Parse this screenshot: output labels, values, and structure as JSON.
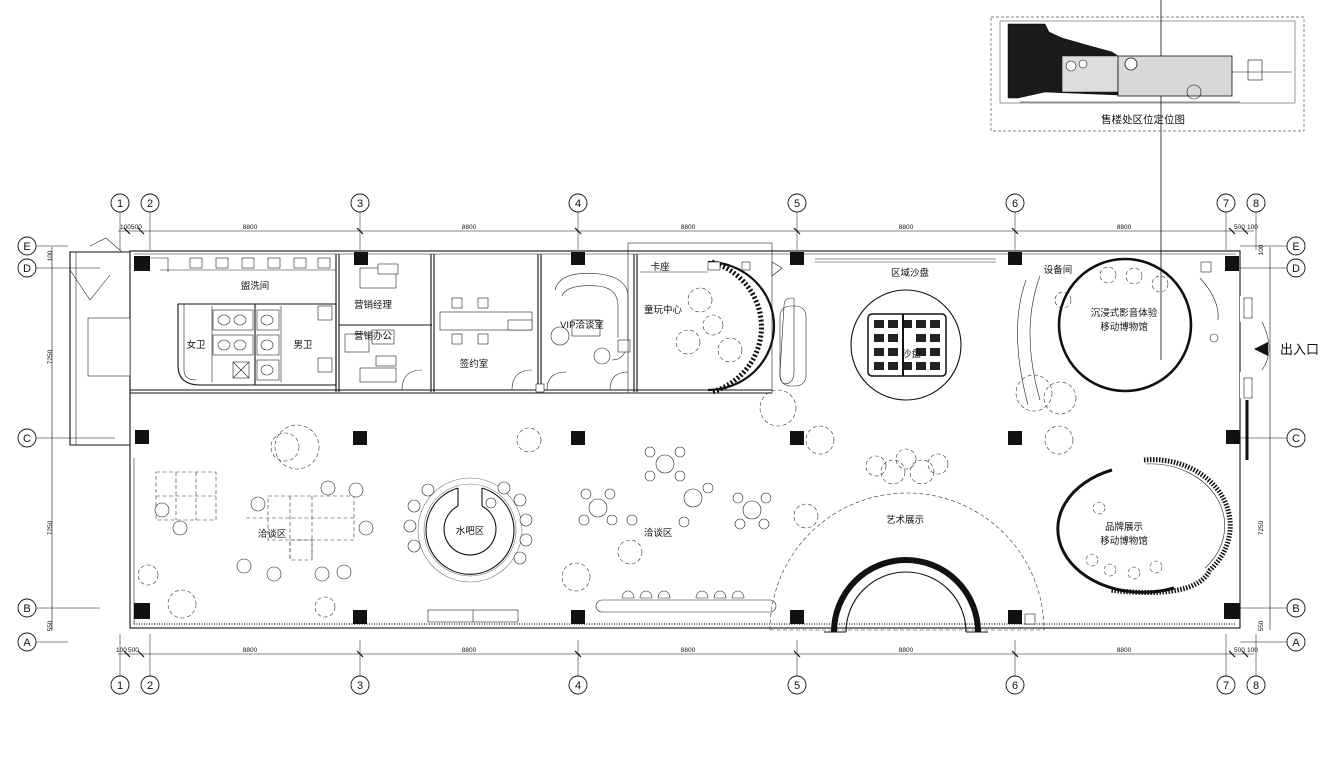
{
  "key_plan": {
    "caption": "售楼处区位定位图"
  },
  "axes": {
    "vertical": [
      "1",
      "2",
      "3",
      "4",
      "5",
      "6",
      "7",
      "8"
    ],
    "horizontal": [
      "E",
      "D",
      "C",
      "B",
      "A"
    ]
  },
  "dimensions": {
    "bay": "8800",
    "small_100": "100",
    "small_500": "500",
    "side_7250": "7250",
    "side_550": "550"
  },
  "rooms": {
    "wash_room": "盥洗间",
    "female_wc": "女卫",
    "male_wc": "男卫",
    "marketing_manager": "营销经理",
    "marketing_office": "营销办公",
    "signing_room": "签约室",
    "vip_room": "VIP洽谈室",
    "booth": "卡座",
    "kids_center": "童玩中心",
    "sand_table": "区域沙盘",
    "equipment_room": "设备间",
    "immersive_museum": [
      "沉浸式影音体验",
      "移动博物馆"
    ],
    "negotiation_left": "洽谈区",
    "water_bar": "水吧区",
    "negotiation_mid": "洽谈区",
    "art_display": "艺术展示",
    "brand_display": [
      "品牌展示",
      "移动博物馆"
    ],
    "entrance": "出入口"
  },
  "symbols": {
    "exit_arrow": "arrow-left-icon",
    "model_label": "沙盘"
  }
}
